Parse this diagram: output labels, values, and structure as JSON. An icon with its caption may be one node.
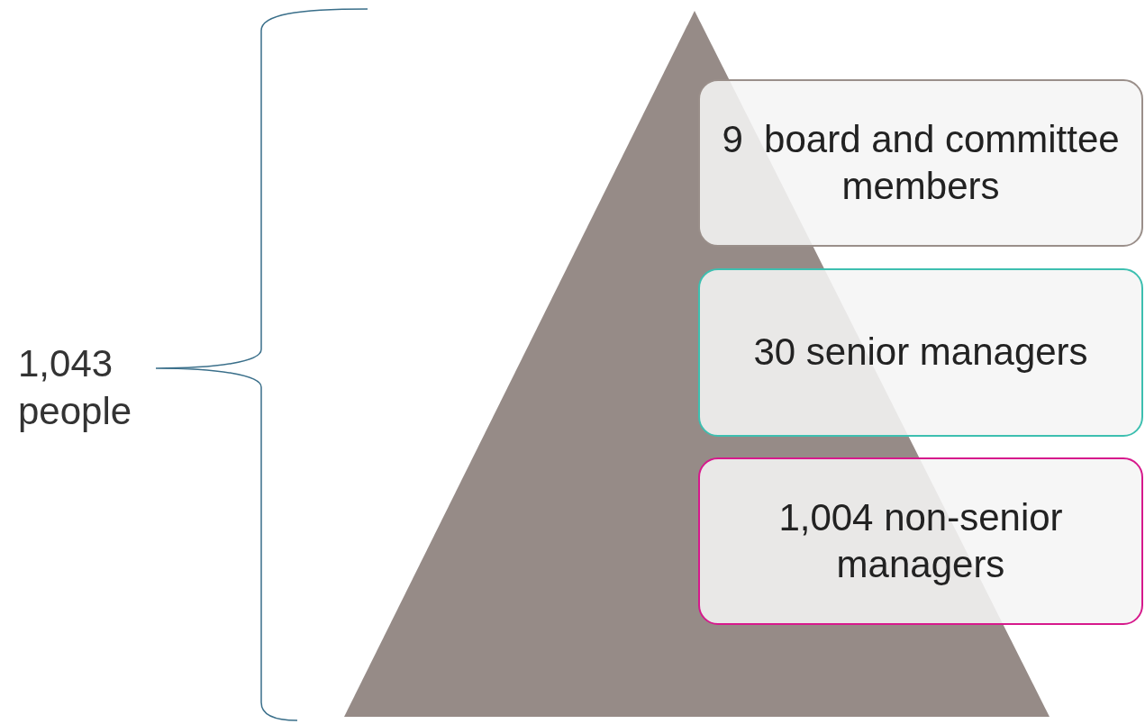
{
  "diagram": {
    "nodes": [
      {
        "text": [
          "9  board and committee members"
        ]
      },
      {
        "text": [
          "30 senior managers"
        ]
      },
      {
        "text": [
          "1,004 non-senior managers"
        ]
      }
    ],
    "labels": [
      "1,043 people"
    ]
  }
}
